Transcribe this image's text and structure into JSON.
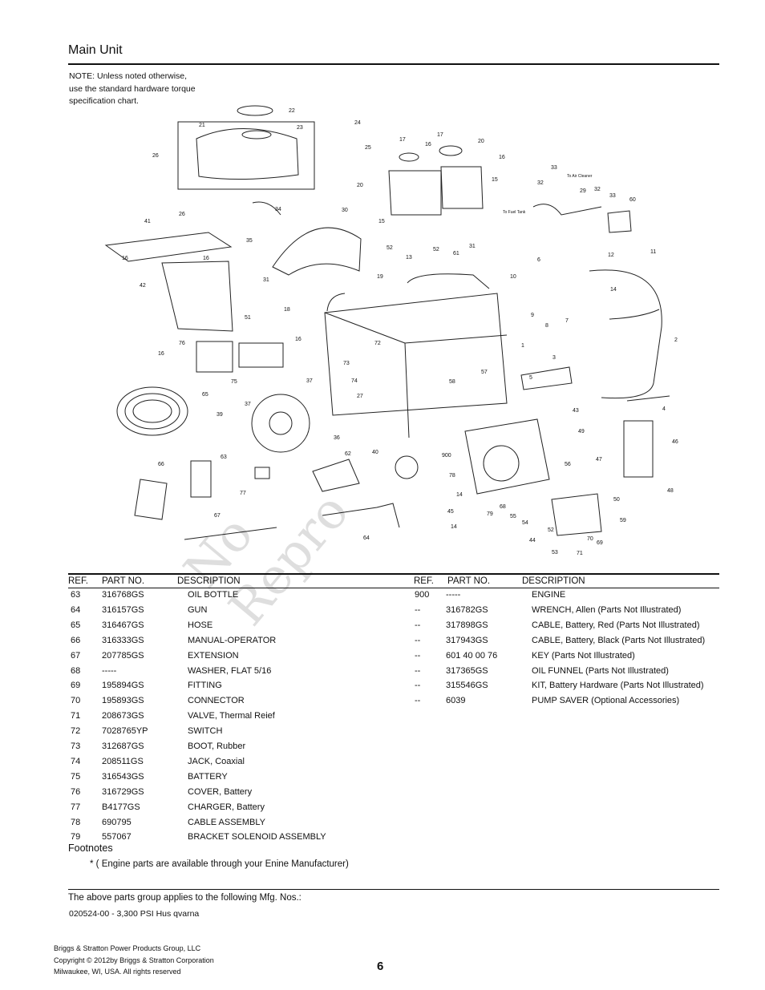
{
  "section": {
    "title": "Main Unit"
  },
  "note": {
    "line1": "NOTE: Unless noted otherwise,",
    "line2": "use the standard hardware torque",
    "line3": "specification chart."
  },
  "diagram": {
    "callouts": [
      "22",
      "24",
      "21",
      "23",
      "25",
      "26",
      "17",
      "17",
      "16",
      "20",
      "16",
      "15",
      "20",
      "33",
      "32",
      "29",
      "32",
      "33",
      "60",
      "26",
      "34",
      "30",
      "41",
      "15",
      "52",
      "13",
      "52",
      "31",
      "61",
      "35",
      "16",
      "16",
      "31",
      "11",
      "12",
      "6",
      "42",
      "19",
      "10",
      "14",
      "18",
      "51",
      "16",
      "9",
      "8",
      "7",
      "2",
      "76",
      "16",
      "72",
      "1",
      "3",
      "73",
      "57",
      "74",
      "58",
      "5",
      "75",
      "65",
      "37",
      "27",
      "43",
      "4",
      "39",
      "37",
      "49",
      "46",
      "36",
      "40",
      "62",
      "900",
      "56",
      "47",
      "63",
      "66",
      "78",
      "48",
      "77",
      "14",
      "45",
      "68",
      "79",
      "55",
      "50",
      "54",
      "14",
      "52",
      "44",
      "59",
      "70",
      "69",
      "67",
      "64",
      "53",
      "71"
    ],
    "labels": {
      "air_cleaner": "To Air Cleaner",
      "fuel_tank": "To Fuel Tank"
    }
  },
  "watermark": {
    "line1": "No",
    "line2": "Repro"
  },
  "table": {
    "headers": {
      "ref": "REF.",
      "part": "PART NO.",
      "desc": "DESCRIPTION"
    },
    "left": [
      {
        "ref": "63",
        "part": "316768GS",
        "desc": "OIL BOTTLE"
      },
      {
        "ref": "64",
        "part": "316157GS",
        "desc": "GUN"
      },
      {
        "ref": "65",
        "part": "316467GS",
        "desc": "HOSE"
      },
      {
        "ref": "66",
        "part": "316333GS",
        "desc": "MANUAL-OPERATOR"
      },
      {
        "ref": "67",
        "part": "207785GS",
        "desc": "EXTENSION"
      },
      {
        "ref": "68",
        "part": "-----",
        "desc": "WASHER, FLAT 5/16"
      },
      {
        "ref": "69",
        "part": "195894GS",
        "desc": "FITTING"
      },
      {
        "ref": "70",
        "part": "195893GS",
        "desc": "CONNECTOR"
      },
      {
        "ref": "71",
        "part": "208673GS",
        "desc": "VALVE, Thermal Reief"
      },
      {
        "ref": "72",
        "part": "7028765YP",
        "desc": "SWITCH"
      },
      {
        "ref": "73",
        "part": "312687GS",
        "desc": "BOOT, Rubber"
      },
      {
        "ref": "74",
        "part": "208511GS",
        "desc": "JACK, Coaxial"
      },
      {
        "ref": "75",
        "part": "316543GS",
        "desc": "BATTERY"
      },
      {
        "ref": "76",
        "part": "316729GS",
        "desc": "COVER, Battery"
      },
      {
        "ref": "77",
        "part": "B4177GS",
        "desc": "CHARGER, Battery"
      },
      {
        "ref": "78",
        "part": "690795",
        "desc": "CABLE ASSEMBLY"
      },
      {
        "ref": "79",
        "part": "557067",
        "desc": "BRACKET SOLENOID ASSEMBLY"
      }
    ],
    "right": [
      {
        "ref": "900",
        "part": "-----",
        "desc": "ENGINE"
      },
      {
        "ref": "--",
        "part": "316782GS",
        "desc": "WRENCH, Allen (Parts Not Illustrated)"
      },
      {
        "ref": "--",
        "part": "317898GS",
        "desc": "CABLE, Battery, Red (Parts Not Illustrated)"
      },
      {
        "ref": "--",
        "part": "317943GS",
        "desc": "CABLE, Battery, Black (Parts Not Illustrated)"
      },
      {
        "ref": "--",
        "part": "601 40 00 76",
        "desc": "KEY (Parts Not Illustrated)"
      },
      {
        "ref": "--",
        "part": "317365GS",
        "desc": "OIL FUNNEL (Parts Not Illustrated)"
      },
      {
        "ref": "--",
        "part": "315546GS",
        "desc": "KIT, Battery Hardware (Parts Not Illustrated)"
      },
      {
        "ref": "--",
        "part": "6039",
        "desc": "PUMP SAVER (Optional Accessories)"
      }
    ]
  },
  "footnotes": {
    "title": "Footnotes",
    "text": "* ( Engine parts are available through your Enine Manufacturer)"
  },
  "applies": {
    "text": "The above parts group applies to the following Mfg. Nos.:",
    "mfg": "020524-00 - 3,300 PSI Hus qvarna"
  },
  "footer": {
    "line1": "Briggs & Stratton Power Products Group, LLC",
    "line2": "Copyright © 2012by Briggs & Stratton Corporation",
    "line3": "Milwaukee, WI, USA. All rights reserved"
  },
  "page_number": "6"
}
